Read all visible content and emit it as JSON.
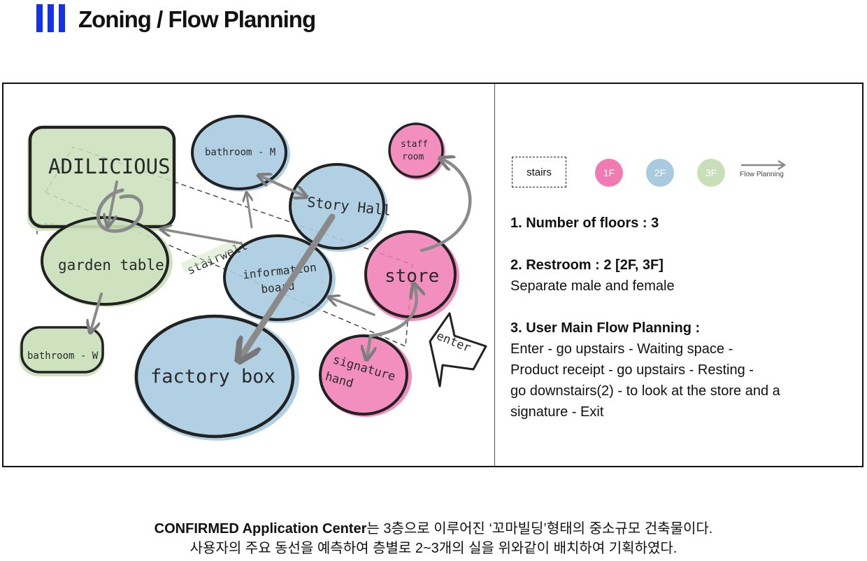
{
  "header": {
    "title": "Zoning / Flow Planning"
  },
  "diagram": {
    "zones": {
      "adilicious": "ADILICIOUS",
      "garden_table": "garden table",
      "bathroom_w": "bathroom - W",
      "bathroom_m": "bathroom - M",
      "story_hall": "Story Hall",
      "information_board_1": "information",
      "information_board_2": "board",
      "factory_box": "factory box",
      "staff_room_1": "staff",
      "staff_room_2": "room",
      "store": "store",
      "signature_hand_1": "signature",
      "signature_hand_2": "hand",
      "stairwell": "stairwell",
      "enter": "enter"
    },
    "colors": {
      "1F": "#f07bb3",
      "2F": "#a8cbe0",
      "3F": "#c9dfb9",
      "arrow": "#8a8a8a"
    }
  },
  "legend": {
    "stairs": "stairs",
    "floor_1": "1F",
    "floor_2": "2F",
    "floor_3": "3F",
    "flow": "Flow Planning"
  },
  "notes": {
    "n1_title": "1. Number of floors : 3",
    "n2_title": "2. Restroom : 2 [2F, 3F]",
    "n2_body": "Separate male and female",
    "n3_title": "3. User Main Flow Planning :",
    "n3_line1": "Enter - go upstairs  - Waiting space -",
    "n3_line2": "Product receipt - go upstairs - Resting -",
    "n3_line3": "go downstairs(2) - to look at the store and a",
    "n3_line4": "signature - Exit"
  },
  "caption": {
    "brand": "CONFIRMED Application Center",
    "line1_rest": "는 3층으로 이루어진 ‘꼬마빌딩’형태의 중소규모 건축물이다.",
    "line2": "사용자의 주요 동선을 예측하여 층별로 2~3개의 실을 위와같이 배치하여 기획하였다."
  }
}
